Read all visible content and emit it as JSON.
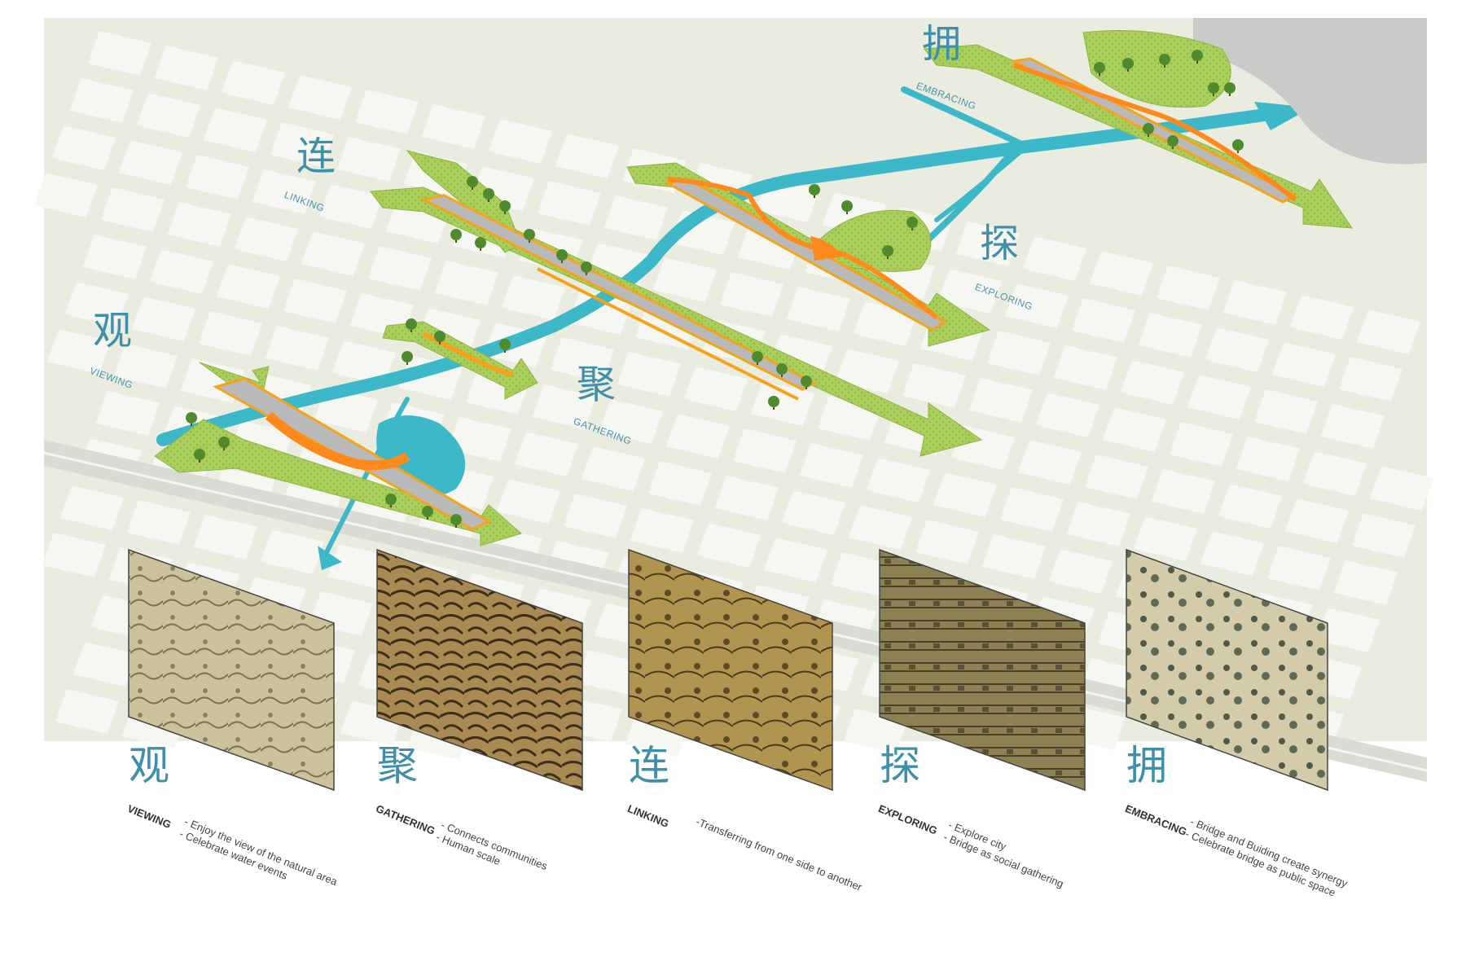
{
  "colors": {
    "map_bg": "#e9ecdf",
    "block": "#f6f6f3",
    "road": "#dcdfd8",
    "water": "#3db8c8",
    "green": "#a9cf5a",
    "green_dark": "#5c8f2a",
    "deck": "#b9b9b9",
    "deck_edge": "#f4a31a",
    "plaza": "#ff8a1c",
    "label_blue": "#3f8fa8"
  },
  "map_labels": [
    {
      "id": "embracing",
      "zh": "拥",
      "en": "EMBRACING"
    },
    {
      "id": "linking",
      "zh": "连",
      "en": "LINKING"
    },
    {
      "id": "exploring",
      "zh": "探",
      "en": "EXPLORING"
    },
    {
      "id": "viewing",
      "zh": "观",
      "en": "VIEWING"
    },
    {
      "id": "gathering",
      "zh": "聚",
      "en": "GATHERING"
    }
  ],
  "panels": [
    {
      "zh": "观",
      "en": "VIEWING",
      "desc": [
        "- Enjoy the view of the natural area",
        "- Celebrate water events"
      ],
      "tone": "#cbbf98"
    },
    {
      "zh": "聚",
      "en": "GATHERING",
      "desc": [
        "- Connects communities",
        "- Human scale"
      ],
      "tone": "#9a7a45"
    },
    {
      "zh": "连",
      "en": "LINKING",
      "desc": [
        "-Transferring from one side to another"
      ],
      "tone": "#a88b45"
    },
    {
      "zh": "探",
      "en": "EXPLORING",
      "desc": [
        "- Explore city",
        "- Bridge as social gathering"
      ],
      "tone": "#857a4f"
    },
    {
      "zh": "拥",
      "en": "EMBRACING",
      "desc": [
        "- Bridge and Buiding create synergy",
        "- Celebrate bridge as public space"
      ],
      "tone": "#cfc7a5"
    }
  ]
}
